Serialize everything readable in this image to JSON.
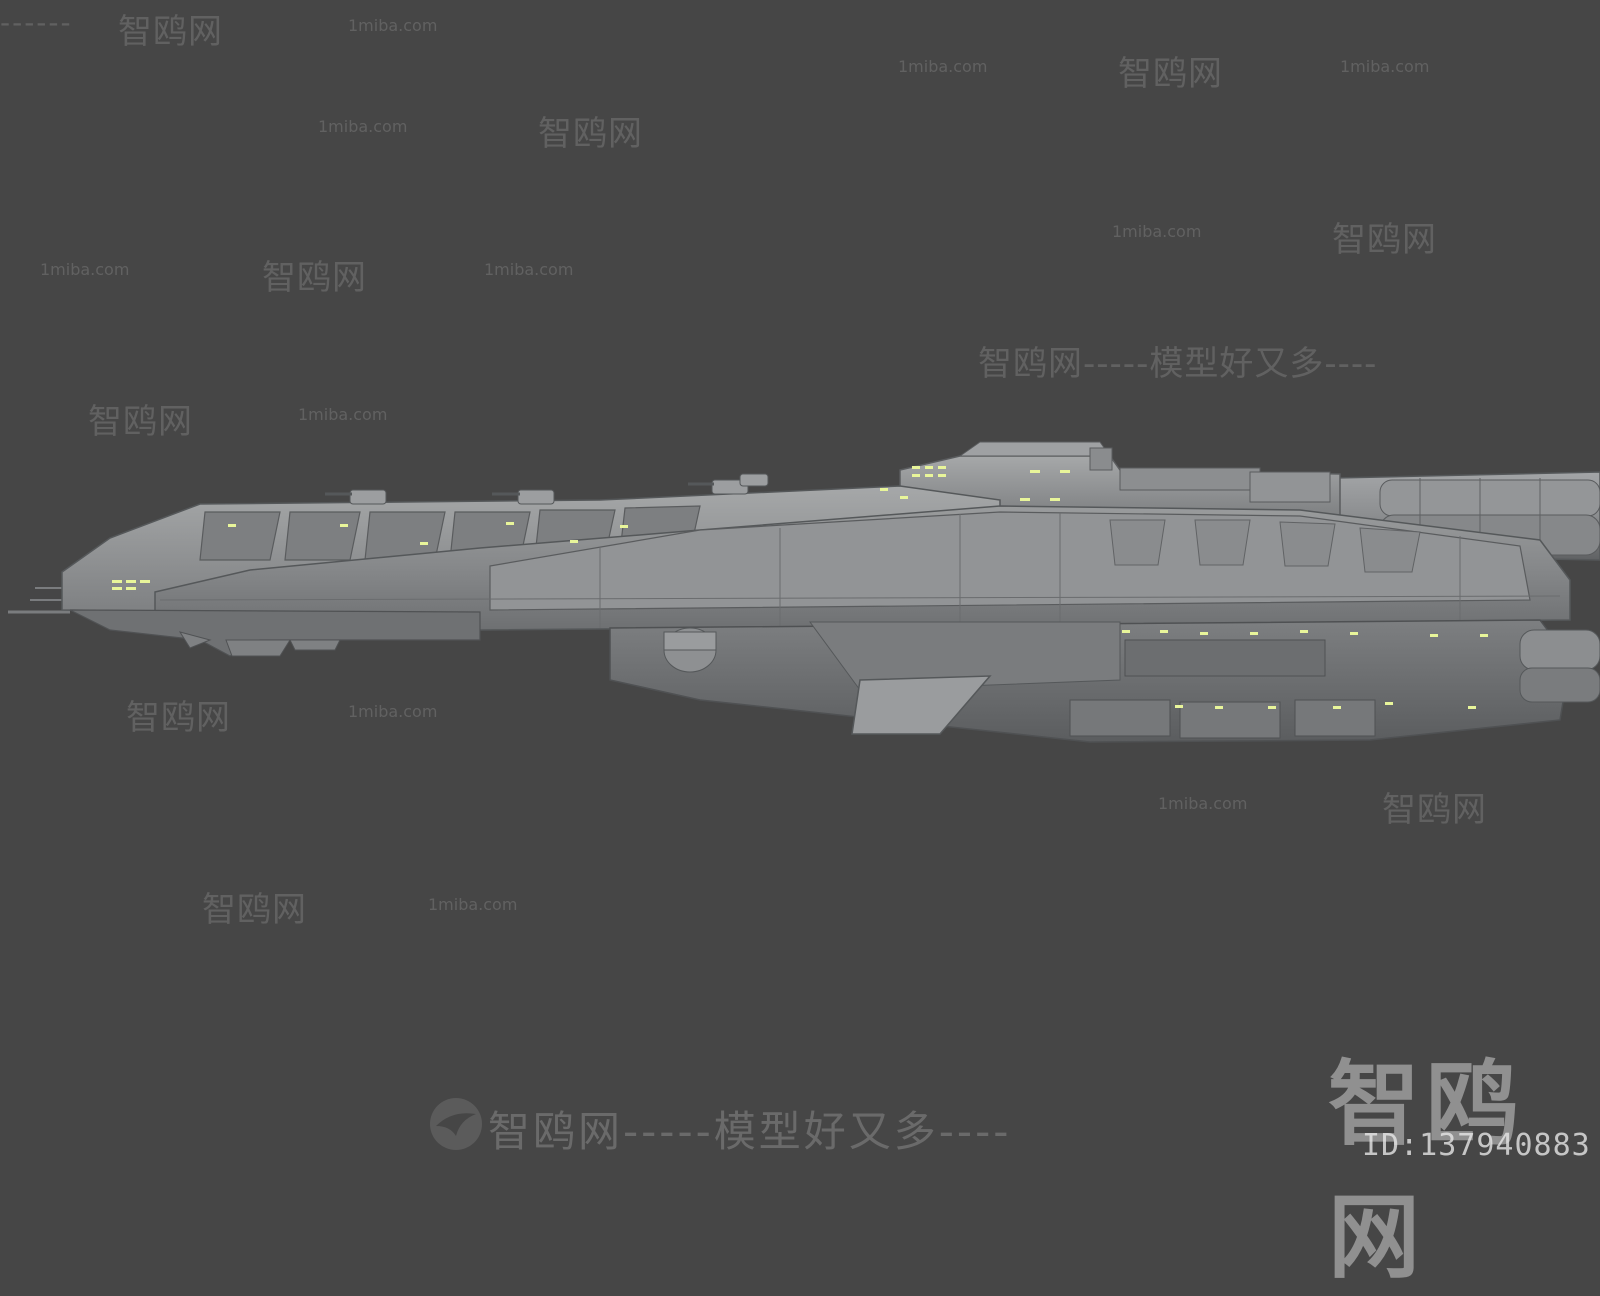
{
  "scene": {
    "background": "#464646",
    "subject": "spaceship",
    "hull_color": "#8a8c8d",
    "light_color": "#e8f59a"
  },
  "watermarks": {
    "brand": "智鸥网",
    "domain": "1miba.com",
    "slogan": "智鸥网-----模型好又多----",
    "dashes": "------"
  },
  "logo": {
    "text": "智鸥网",
    "id_text": "ID:137940883"
  }
}
